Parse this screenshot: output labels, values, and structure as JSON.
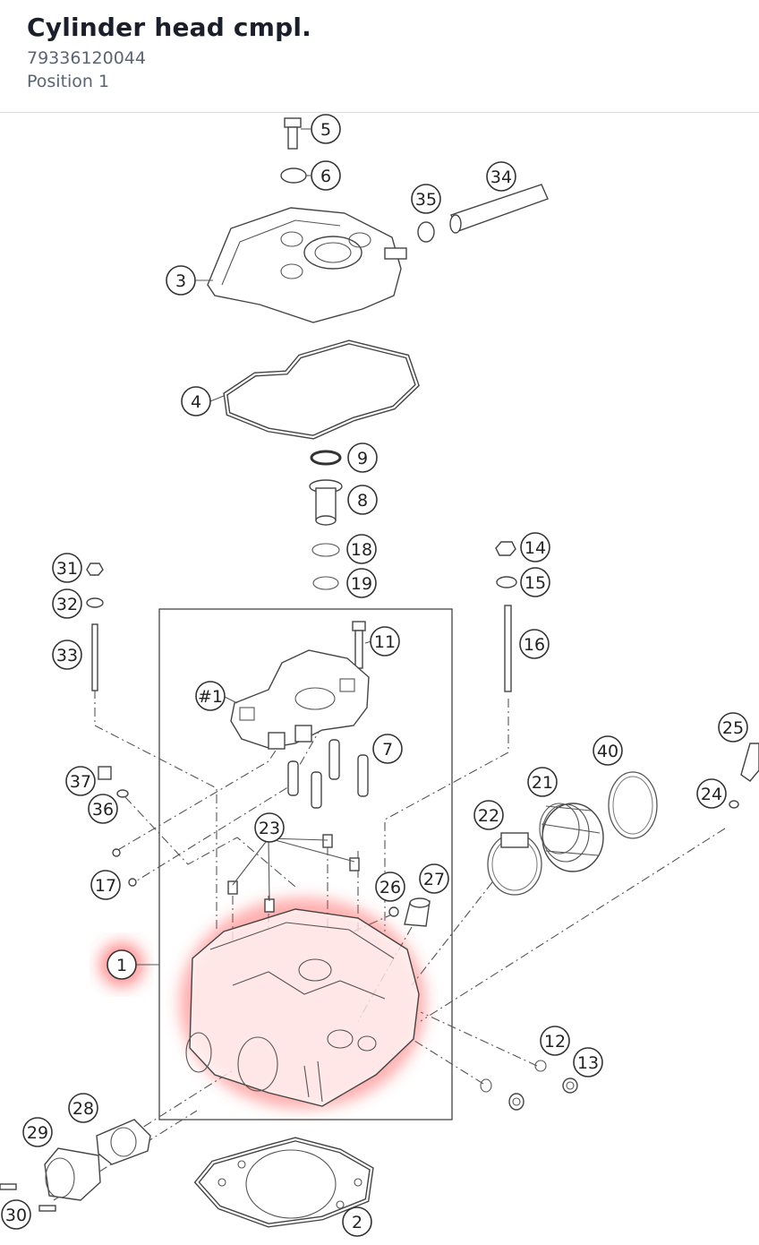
{
  "header": {
    "title": "Cylinder head cmpl.",
    "part_number": "79336120044",
    "position": "Position 1"
  },
  "diagram": {
    "highlight_color": "#ff4d4d",
    "highlighted_callout": "1",
    "callouts": [
      "1",
      "2",
      "3",
      "4",
      "5",
      "6",
      "7",
      "8",
      "9",
      "11",
      "12",
      "13",
      "14",
      "15",
      "16",
      "17",
      "18",
      "19",
      "21",
      "22",
      "23",
      "24",
      "25",
      "26",
      "27",
      "28",
      "29",
      "30",
      "31",
      "32",
      "33",
      "34",
      "35",
      "36",
      "37",
      "40",
      "#1"
    ]
  }
}
